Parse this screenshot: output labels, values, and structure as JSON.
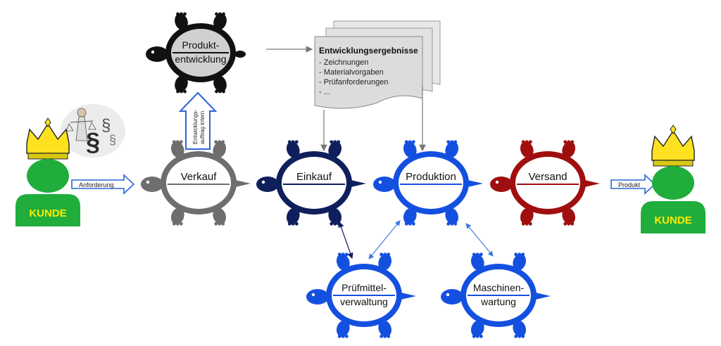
{
  "colors": {
    "gray": "#6e6e6e",
    "gray_light": "#e6e6e6",
    "black": "#111111",
    "navy": "#0f1f5c",
    "blue": "#1450e0",
    "red": "#a00f0f",
    "green": "#20ad3c",
    "crown": "#ffe21f",
    "arrow_outline": "#2a66d4",
    "kunde_text": "#ffea00"
  },
  "customers": [
    {
      "label": "KUNDE",
      "icon": "crown-icon"
    },
    {
      "label": "KUNDE",
      "icon": "crown-icon"
    }
  ],
  "legal_icon": "justice-paragraph-icon",
  "arrows": {
    "anforderung": "Anforderung",
    "produkt": "Produkt",
    "auftrag_line1": "Entwicklungs-",
    "auftrag_line2": "auftrag intern"
  },
  "processes": {
    "produktentwicklung": [
      "Produkt-",
      "entwicklung"
    ],
    "verkauf": [
      "Verkauf"
    ],
    "einkauf": [
      "Einkauf"
    ],
    "produktion": [
      "Produktion"
    ],
    "versand": [
      "Versand"
    ],
    "pruefmittel": [
      "Prüfmittel-",
      "verwaltung"
    ],
    "maschinen": [
      "Maschinen-",
      "wartung"
    ]
  },
  "document": {
    "title": "Entwicklungsergebnisse",
    "items": [
      "Zeichnungen",
      "Materialvorgaben",
      "Prüfanforderungen",
      "..."
    ]
  }
}
